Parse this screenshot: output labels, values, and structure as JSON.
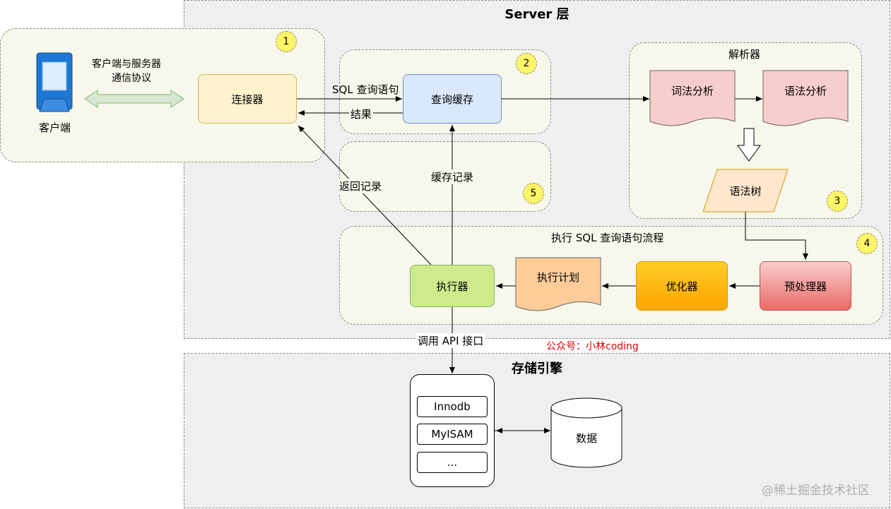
{
  "server_layer": {
    "title": "Server 层"
  },
  "storage_layer": {
    "title": "存储引擎"
  },
  "client": {
    "label": "客户端",
    "protocol_line1": "客户端与服务器",
    "protocol_line2": "通信协议",
    "icon": "monitor-icon"
  },
  "connector": {
    "label": "连接器",
    "badge": "1",
    "color": "#fff2cc"
  },
  "query_cache": {
    "label": "查询缓存",
    "badge": "2",
    "color": "#dae8fc"
  },
  "cache_record_region": {
    "badge": "5"
  },
  "parser": {
    "title": "解析器",
    "lexical": "词法分析",
    "syntax": "语法分析",
    "tree": "语法树",
    "badge": "3"
  },
  "exec_flow": {
    "title": "执行 SQL 查询语句流程",
    "badge": "4",
    "executor": "执行器",
    "plan": "执行计划",
    "optimizer": "优化器",
    "preprocessor": "预处理器"
  },
  "edges": {
    "sql_query": "SQL 查询语句",
    "result": "结果",
    "cache_record": "缓存记录",
    "return_record": "返回记录",
    "call_api": "调用 API 接口"
  },
  "engines": {
    "items": [
      "Innodb",
      "MyISAM",
      "..."
    ],
    "data": "数据"
  },
  "public_account": "公众号：小林coding",
  "watermark": "@稀土掘金技术社区"
}
